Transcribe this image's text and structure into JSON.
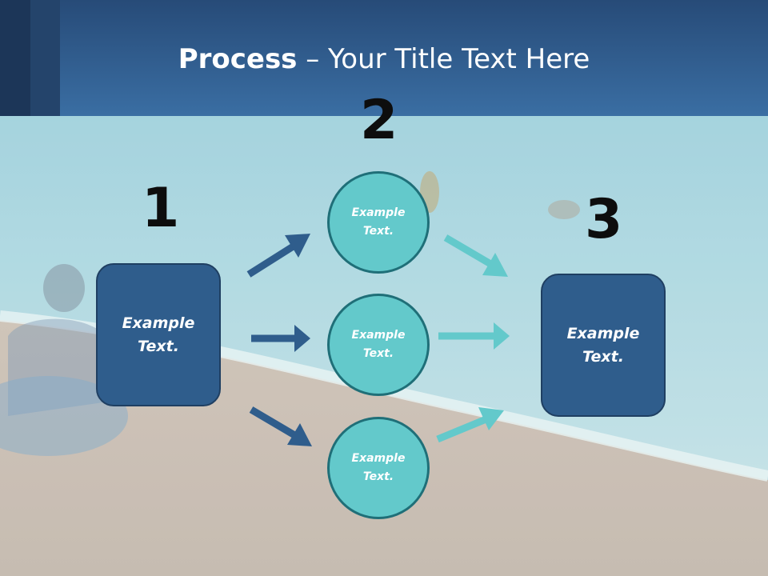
{
  "title": {
    "bold": "Process",
    "rest": " – Your Title Text Here"
  },
  "steps": {
    "one": "1",
    "two": "2",
    "three": "3"
  },
  "left_box": {
    "line1": "Example",
    "line2": "Text."
  },
  "right_box": {
    "line1": "Example",
    "line2": "Text."
  },
  "circles": [
    {
      "line1": "Example",
      "line2": "Text."
    },
    {
      "line1": "Example",
      "line2": "Text."
    },
    {
      "line1": "Example",
      "line2": "Text."
    }
  ],
  "colors": {
    "dark_blue": "#2f5d8c",
    "teal": "#63c9cb",
    "header": "#3a6ea3"
  }
}
